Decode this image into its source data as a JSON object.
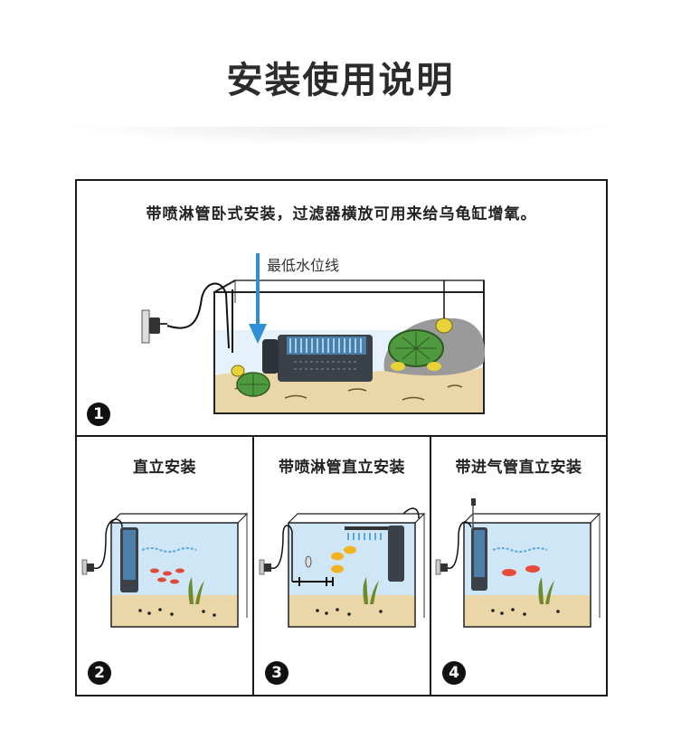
{
  "page": {
    "title": "安装使用说明"
  },
  "panels": [
    {
      "number": "1",
      "caption": "带喷淋管卧式安装，过滤器横放可用来给乌龟缸增氧。",
      "annotation": "最低水位线"
    },
    {
      "number": "2",
      "caption": "直立安装"
    },
    {
      "number": "3",
      "caption": "带喷淋管直立安装"
    },
    {
      "number": "4",
      "caption": "带进气管直立安装"
    }
  ],
  "colors": {
    "border": "#1a1a1a",
    "water": "#cfe6f7",
    "sand": "#ead6a6",
    "arrow": "#2e8ed6",
    "filter": "#3a4148"
  },
  "icons": [
    "plug-icon",
    "turtle-icon",
    "filter-icon",
    "fish-icon",
    "plant-icon",
    "water-level-arrow-icon"
  ]
}
